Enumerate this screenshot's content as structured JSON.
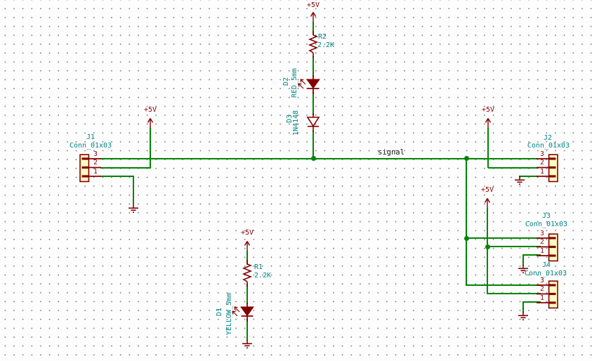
{
  "schematic": {
    "power_label": "+5V",
    "net_label": "signal",
    "components": {
      "j1": {
        "ref": "J1",
        "value": "Conn_01x03",
        "pins": [
          "3",
          "2",
          "1"
        ]
      },
      "j2": {
        "ref": "J2",
        "value": "Conn_01x03",
        "pins": [
          "3",
          "2",
          "1"
        ]
      },
      "j3": {
        "ref": "J3",
        "value": "Conn_01x03",
        "pins": [
          "3",
          "2",
          "1"
        ]
      },
      "j4": {
        "ref": "J4",
        "value": "Conn_01x03",
        "pins": [
          "3",
          "2",
          "1"
        ]
      },
      "r1": {
        "ref": "R1",
        "value": "2.2K"
      },
      "r2": {
        "ref": "R2",
        "value": "2.2K"
      },
      "d1": {
        "ref": "D1",
        "value": "YELLOW_5mm"
      },
      "d2": {
        "ref": "D2",
        "value": "RED_5mm"
      },
      "d3": {
        "ref": "D3",
        "value": "1N4148"
      }
    },
    "colors": {
      "wire": "#008400",
      "symbol": "#840000",
      "field": "#008484",
      "net_label": "#161616",
      "connector_fill": "#ffffc2",
      "background": "#fdfdfd",
      "grid_dot": "#868686"
    }
  }
}
